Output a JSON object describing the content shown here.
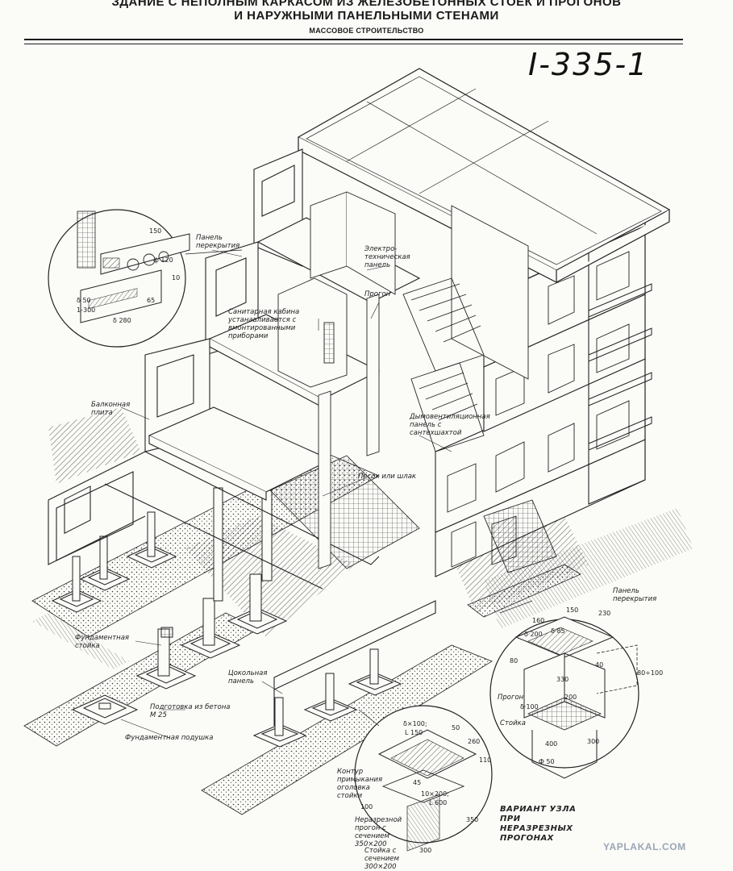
{
  "header": {
    "line1": "ЗДАНИЕ С НЕПОЛНЫМ КАРКАСОМ ИЗ ЖЕЛЕЗОБЕТОННЫХ СТОЕК И ПРОГОНОВ",
    "line2": "И НАРУЖНЫМИ ПАНЕЛЬНЫМИ СТЕНАМИ",
    "line3": "МАССОВОЕ СТРОИТЕЛЬСТВО"
  },
  "series_code": "I-335-1",
  "labels": {
    "panel_top": "Панель перекрытия",
    "elektro": "Электро-техническая панель",
    "progon_center": "Прогон",
    "sanitary": "Санитарная кабина устанавливается с вмонтированными приборами",
    "balcony": "Балконная плита",
    "vent": "Дымовентиляционная панель с сантехшахтой",
    "sand": "Песок или шлак",
    "fund_stoyka": "Фундаментная стойка",
    "cokol": "Цокольная панель",
    "podgotovka": "Подготовка из бетона М 25",
    "fund_podushka": "Фундаментная подушка",
    "panel_right": "Панель перекрытия",
    "progon_right": "Прогон",
    "stoyka_right": "Стойка",
    "kontur": "Контур примыкания оголовка стойки",
    "nerazrez": "Неразрезной прогон с сечением 350×200",
    "stoyka_sech": "Стойка с сечением 300×200",
    "variant": "ВАРИАНТ УЗЛА ПРИ НЕРАЗРЕЗНЫХ ПРОГОНАХ"
  },
  "dims": {
    "left_150": "150",
    "left_120": "ф 120",
    "left_10": "10",
    "left_65": "65",
    "left_280": "δ 280",
    "left_b": "δ 50",
    "left_c": "1-300",
    "r_150": "150",
    "r_230": "230",
    "r_160": "160",
    "r_685": "δ·85",
    "r_6200": "δ·200",
    "r_80": "80",
    "r_330": "330",
    "r_40": "40",
    "r_80100": "80÷100",
    "r_200": "200",
    "r_400": "400",
    "r_300": "300",
    "r_phi50": "Ф 50",
    "r_6100": "δ·100",
    "b_6100": "δ×100;",
    "b_L150": "L 150",
    "b_260": "260",
    "b_50": "50",
    "b_110": "110",
    "b_10200": "10×200;",
    "b_L600": "L 600",
    "b_45": "45",
    "b_350": "350",
    "b_100": "100",
    "b_300": "300"
  },
  "watermark": "YAPLAKAL.COM"
}
